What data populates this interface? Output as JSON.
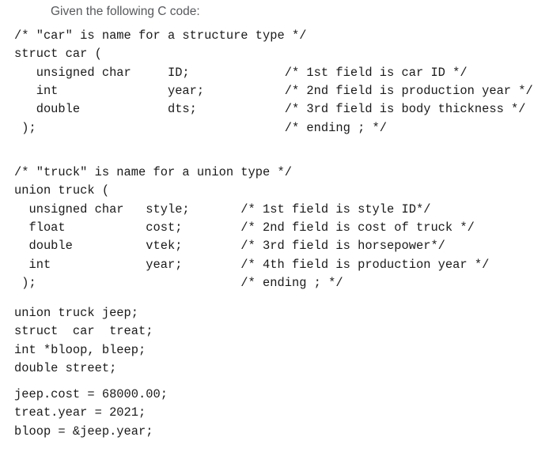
{
  "header": {
    "title": "Given the following C code:"
  },
  "colors": {
    "background": "#ffffff",
    "header_text": "#57595d",
    "code_text": "#1a1a1a"
  },
  "code_blocks": [
    {
      "name": "struct-car-definition",
      "lines": [
        "/* \"car\" is name for a structure type */",
        "struct car (",
        "   unsigned char     ID;             /* 1st field is car ID */",
        "   int               year;           /* 2nd field is production year */",
        "   double            dts;            /* 3rd field is body thickness */",
        " );                                  /* ending ; */"
      ]
    },
    {
      "name": "union-truck-definition",
      "lines": [
        "/* \"truck\" is name for a union type */",
        "union truck (",
        "  unsigned char   style;       /* 1st field is style ID*/",
        "  float           cost;        /* 2nd field is cost of truck */",
        "  double          vtek;        /* 3rd field is horsepower*/",
        "  int             year;        /* 4th field is production year */",
        " );                            /* ending ; */"
      ]
    },
    {
      "name": "variable-declarations",
      "lines": [
        "union truck jeep;",
        "struct  car  treat;",
        "int *bloop, bleep;",
        "double street;"
      ]
    },
    {
      "name": "assignment-statements",
      "lines": [
        "jeep.cost = 68000.00;",
        "treat.year = 2021;",
        "bloop = &jeep.year;"
      ]
    }
  ]
}
